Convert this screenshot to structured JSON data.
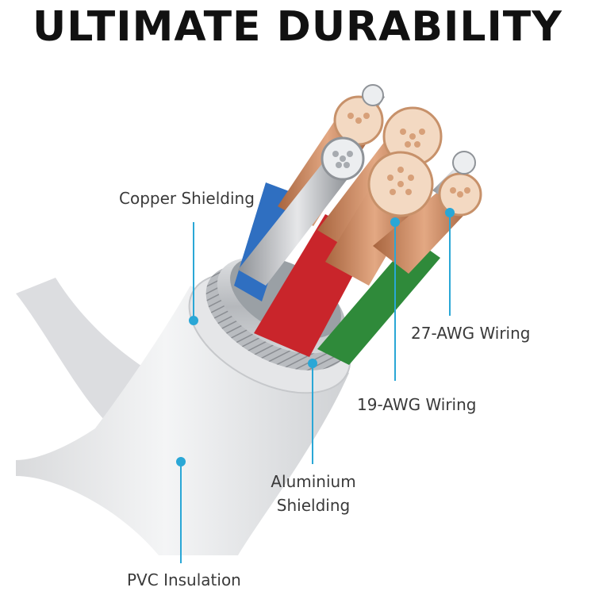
{
  "title": "ULTIMATE DURABILITY",
  "labels": {
    "copper_shielding": "Copper Shielding",
    "awg27": "27-AWG Wiring",
    "awg19": "19-AWG Wiring",
    "aluminium_line1": "Aluminium",
    "aluminium_line2": "Shielding",
    "pvc": "PVC Insulation"
  },
  "colors": {
    "callout_line": "#2aa7d6",
    "jacket": "#e9eaec",
    "copper": "#c98a62",
    "blue_wire": "#2f6fc1",
    "red_wire": "#c9252b",
    "green_wire": "#2f8a3a",
    "aluminium": "#c7c9cc"
  }
}
